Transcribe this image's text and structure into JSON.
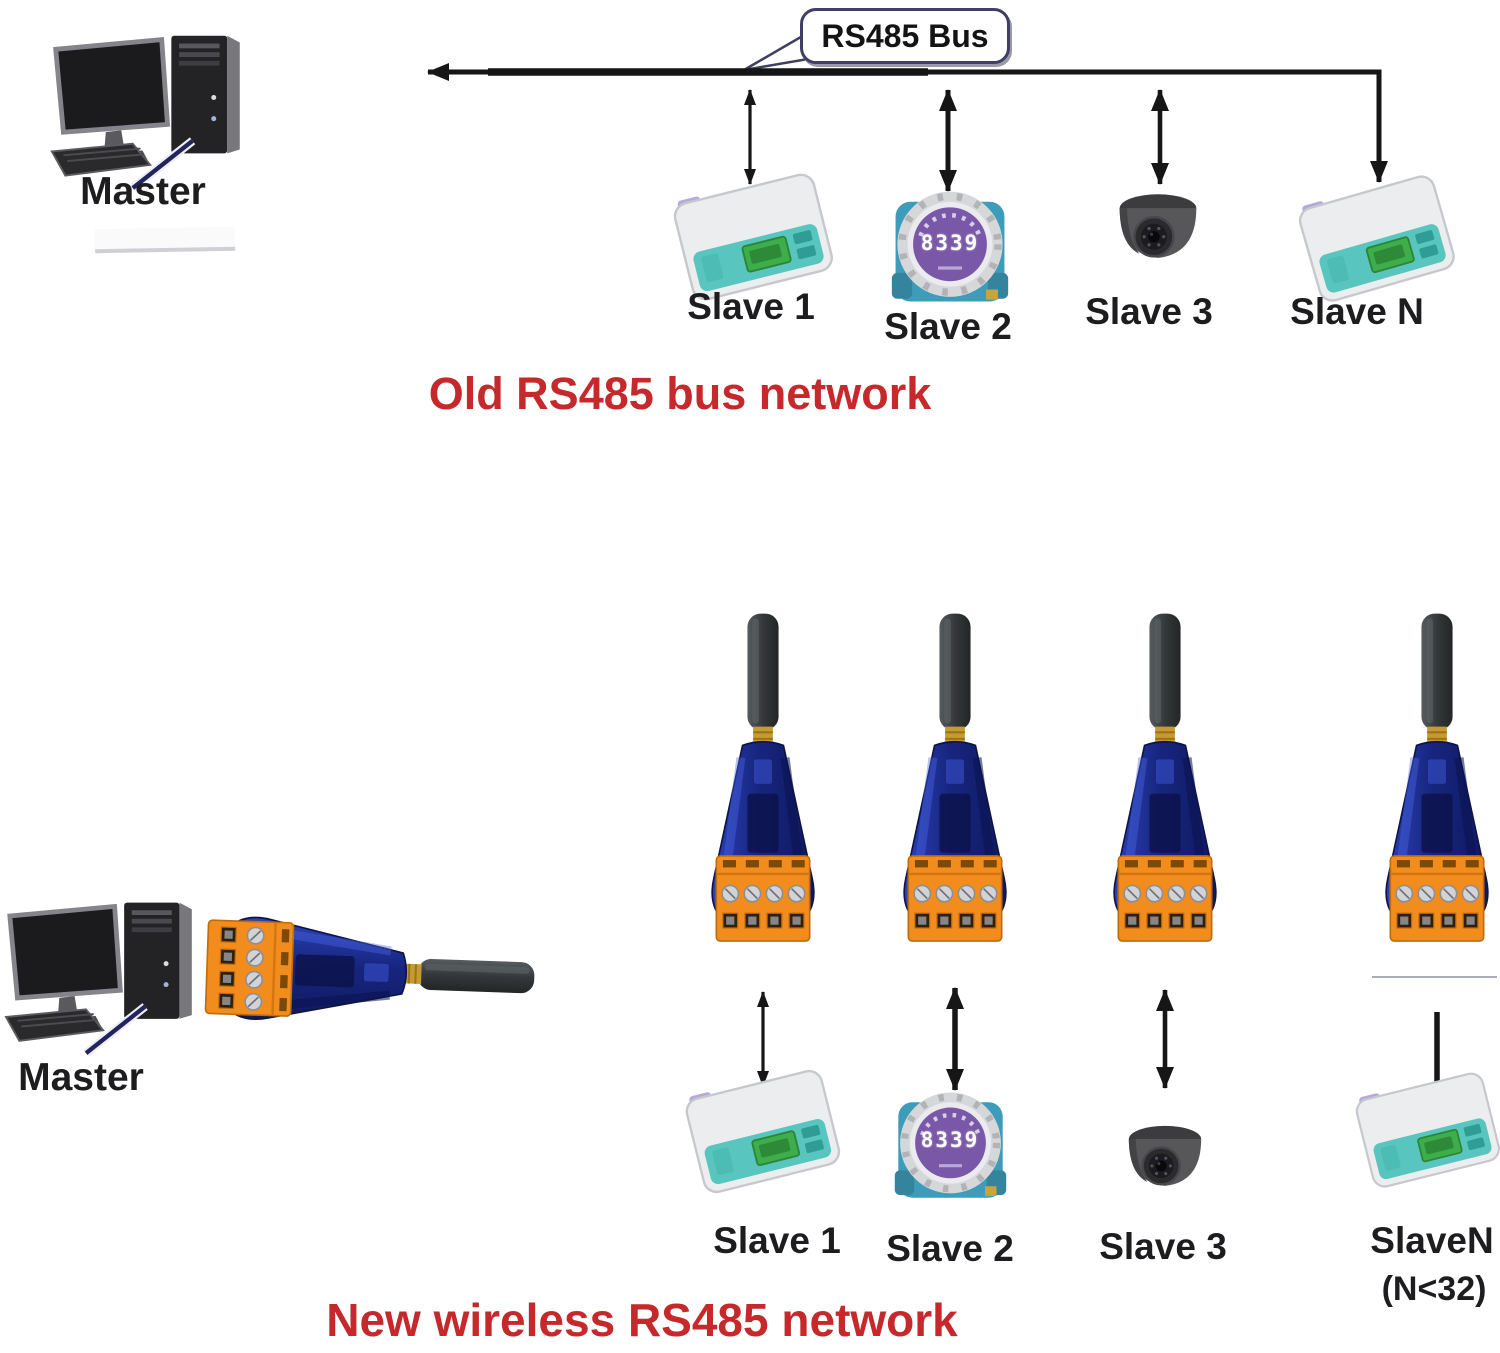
{
  "old_network": {
    "title": "Old RS485 bus network",
    "bus_label": "RS485 Bus",
    "master_label": "Master",
    "slaves": [
      {
        "label": "Slave 1",
        "device": "digital-scale"
      },
      {
        "label": "Slave 2",
        "device": "pressure-gauge",
        "display_value": "8339"
      },
      {
        "label": "Slave 3",
        "device": "dome-camera"
      },
      {
        "label": "Slave N",
        "device": "digital-scale"
      }
    ]
  },
  "new_network": {
    "title": "New wireless RS485 network",
    "master_label": "Master",
    "adapter": "rs485-wireless-adapter",
    "slaves": [
      {
        "label": "Slave 1",
        "device": "digital-scale"
      },
      {
        "label": "Slave 2",
        "device": "pressure-gauge",
        "display_value": "8339"
      },
      {
        "label": "Slave 3",
        "device": "dome-camera"
      },
      {
        "label": "SlaveN",
        "note": "(N<32)",
        "device": "digital-scale"
      }
    ]
  },
  "colors": {
    "title_red": "#c5292b",
    "adapter_blue": "#1b2a8e",
    "terminal_orange": "#f28c1d",
    "connector_black": "#161616"
  }
}
